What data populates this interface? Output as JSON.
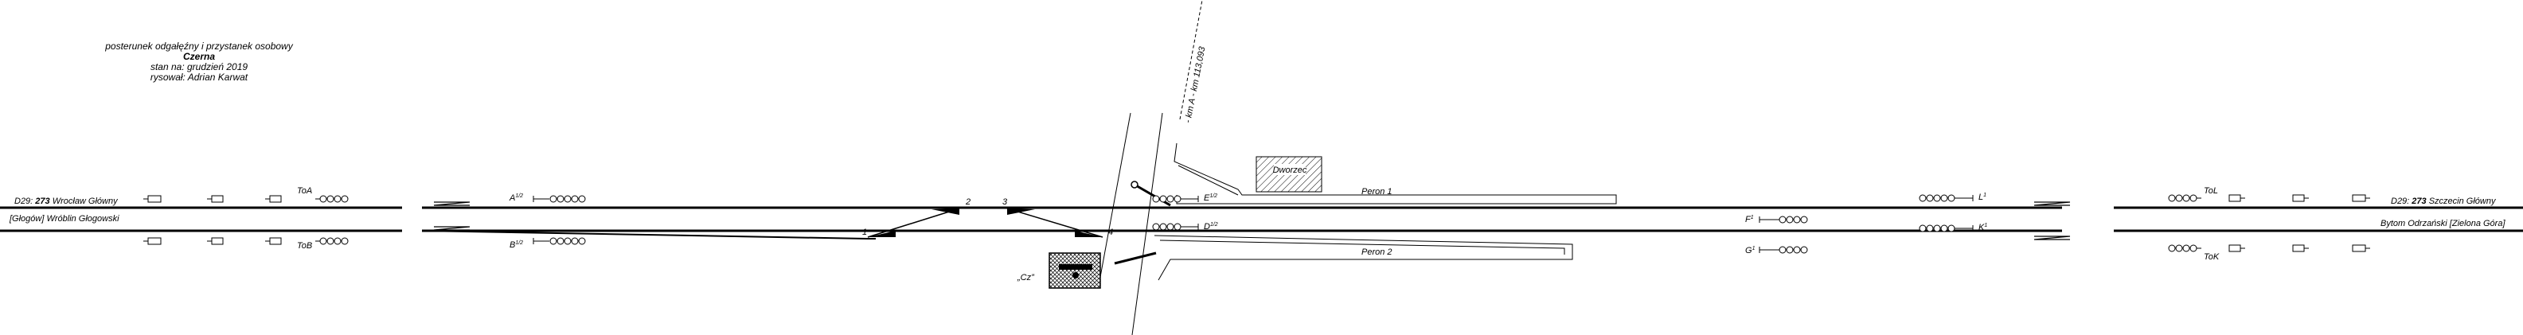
{
  "header": {
    "kind": "posterunek odgałęźny i przystanek osobowy",
    "name": "Czerna",
    "status": "stan na: grudzień 2019",
    "author": "rysował: Adrian Karwat"
  },
  "line_left": {
    "prefix": "D29: ",
    "number": "273",
    "station": " Wrocław Główny"
  },
  "line_right": {
    "prefix": "D29: ",
    "number": "273",
    "station": " Szczecin Główny"
  },
  "dir_left": "[Głogów] Wróblin Głogowski",
  "dir_right": "Bytom Odrzański [Zielona Góra]",
  "km_label": "- km A - km 113,093",
  "building": "Dworzec",
  "interlocking": "„Cz”",
  "platforms": [
    "Peron 1",
    "Peron 2"
  ],
  "switches": [
    "1",
    "2",
    "3",
    "4"
  ],
  "signals": {
    "ToA": "ToA",
    "ToB": "ToB",
    "ToL": "ToL",
    "ToK": "ToK",
    "A": "A",
    "A_sup": "1/2",
    "B": "B",
    "B_sup": "1/2",
    "E": "E",
    "E_sup": "1/2",
    "D": "D",
    "D_sup": "1/2",
    "L": "L",
    "L_sup": "1",
    "K": "K",
    "K_sup": "1",
    "F": "F",
    "F_sup": "1",
    "G": "G",
    "G_sup": "1"
  }
}
